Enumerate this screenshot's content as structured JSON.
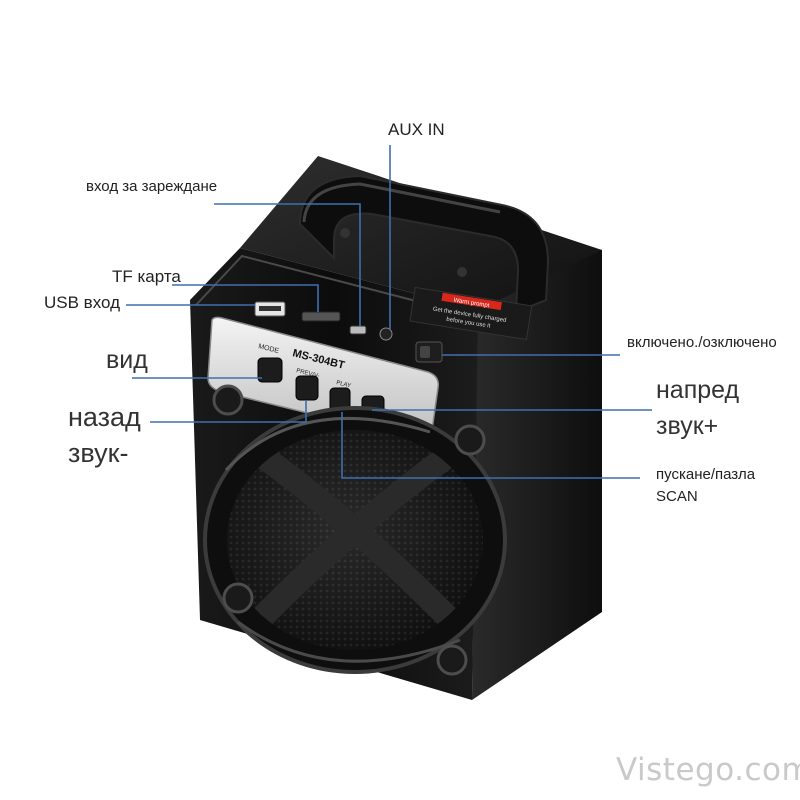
{
  "labels": {
    "aux_in": "AUX IN",
    "charging_input": "вход за зареждане",
    "tf_card": "TF карта",
    "usb_input": "USB вход",
    "mode": "вид",
    "back": "назад",
    "volume_down": "звук-",
    "power": "включено./озключено",
    "next": "напред",
    "volume_up": "звук+",
    "play_pause": "пускане/пазла",
    "scan": "SCAN"
  },
  "device": {
    "model": "MS-304BT",
    "button_mode": "MODE",
    "button_prev": "PREV/V-",
    "button_play": "PLAY",
    "warning_title": "Warm prompt",
    "warning_line1": "Get the device fully charged",
    "warning_line2": "before you use it"
  },
  "watermark": "Vistego.com",
  "colors": {
    "leader_line": "#3f6fb0",
    "warning_red": "#d9271c",
    "body": "#121212"
  }
}
